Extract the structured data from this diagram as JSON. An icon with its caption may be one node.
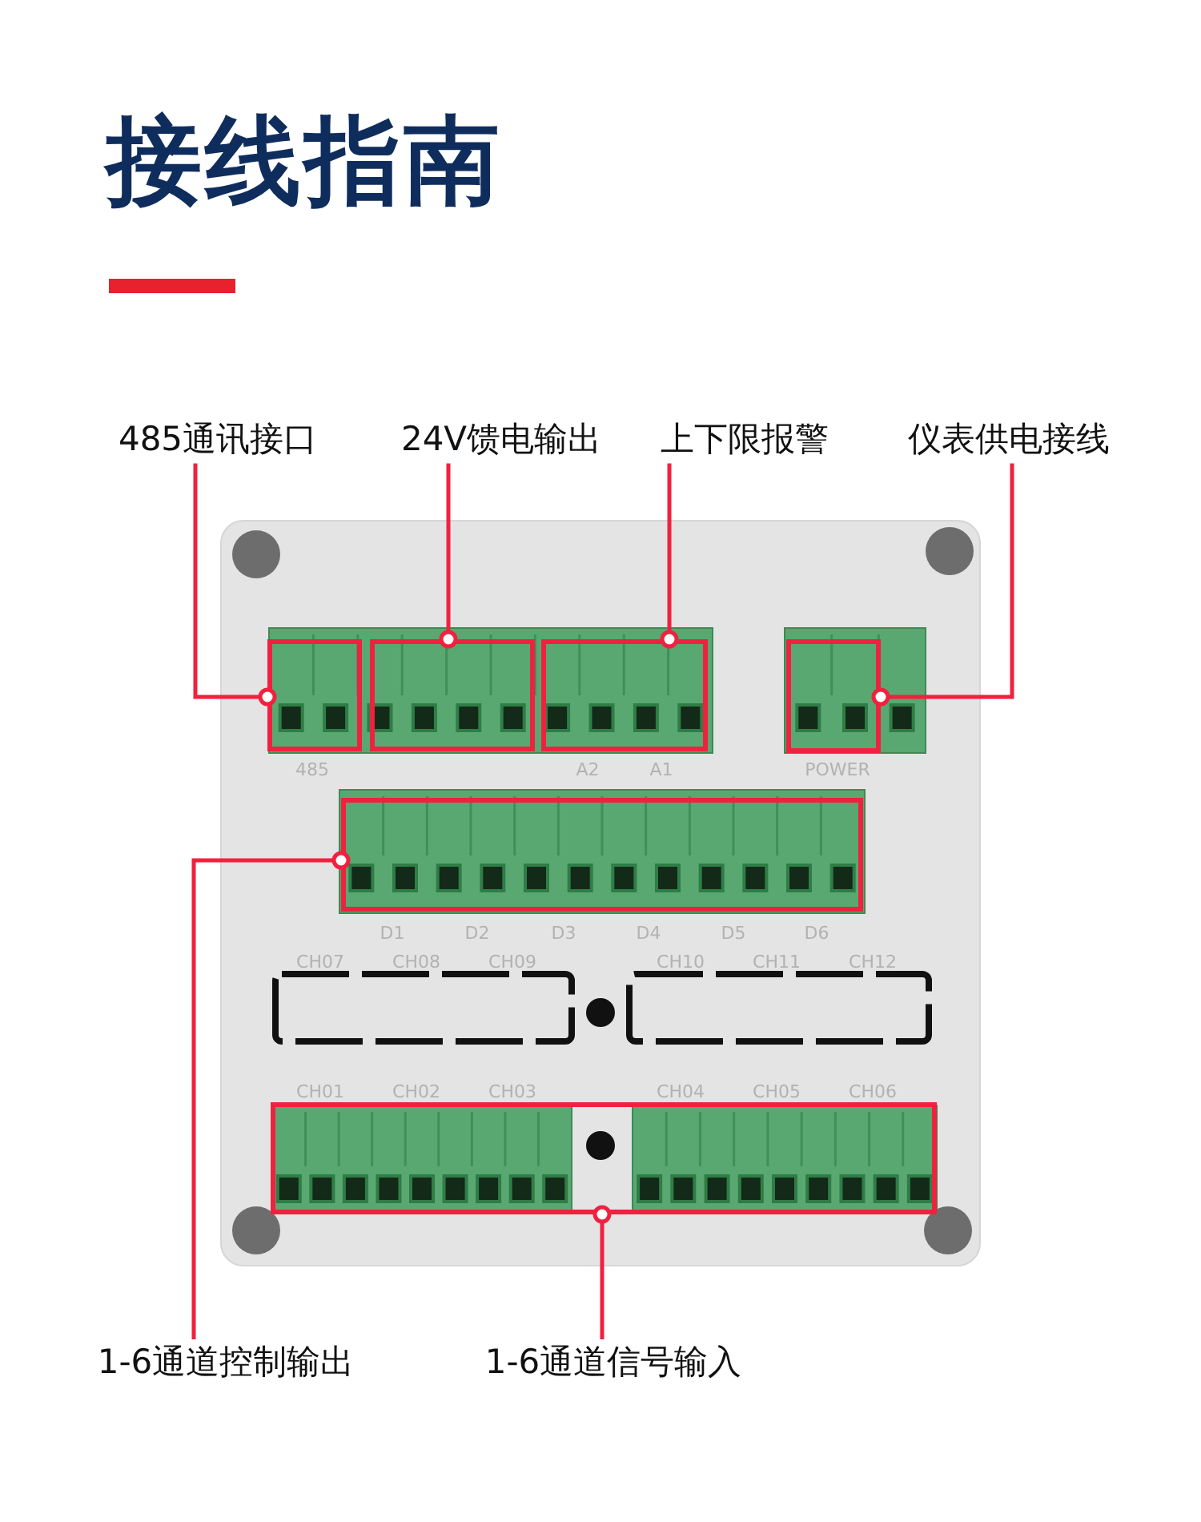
{
  "diagram": {
    "title": "接线指南",
    "nodes": [
      {
        "text": [
          "485通讯接口"
        ]
      },
      {
        "text": [
          "24V馈电输出"
        ]
      },
      {
        "text": [
          "上下限报警"
        ]
      },
      {
        "text": [
          "仪表供电接线"
        ]
      },
      {
        "text": [],
        "shape": "box"
      },
      {
        "text": [],
        "shape": "box"
      },
      {
        "text": [],
        "shape": "box"
      },
      {
        "text": [],
        "shape": "box"
      },
      {
        "text": [],
        "shape": "box"
      },
      {
        "text": [
          "1-6通道控制输出"
        ]
      },
      {
        "text": [
          "1-6通道信号输入"
        ]
      },
      {
        "text": [],
        "shape": "box"
      }
    ],
    "edges": [
      {
        "from": 0,
        "to": 4,
        "arrow": "other"
      },
      {
        "from": 1,
        "to": 5,
        "arrow": "other"
      },
      {
        "from": 2,
        "to": 6,
        "arrow": "other"
      },
      {
        "from": 3,
        "to": 7,
        "arrow": "other"
      },
      {
        "from": 9,
        "to": 8,
        "arrow": "other"
      },
      {
        "from": 10,
        "to": 11,
        "arrow": "other"
      }
    ],
    "labels": [
      "485",
      "A2",
      "A1",
      "POWER",
      "D1",
      "D2",
      "D3",
      "D4",
      "D5",
      "D6",
      "CH07",
      "CH08",
      "CH09",
      "CH10",
      "CH11",
      "CH12",
      "CH01",
      "CH02",
      "CH03",
      "CH04",
      "CH05",
      "CH06"
    ]
  }
}
